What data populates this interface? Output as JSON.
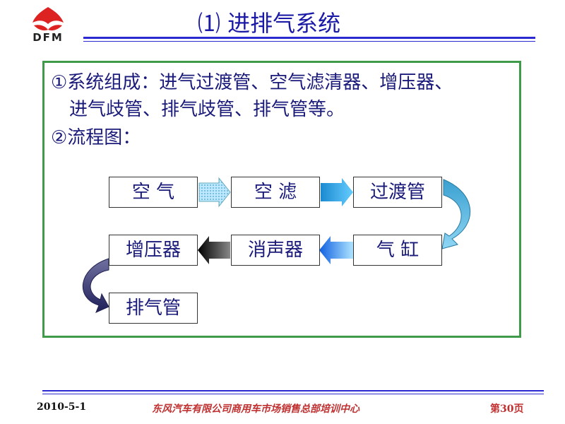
{
  "header": {
    "logo_text": "DFM",
    "title": "⑴ 进排气系统"
  },
  "content": {
    "line1": "①系统组成：进气过渡管、空气滤清器、增压器、",
    "line2": "进气歧管、排气歧管、排气管等。",
    "line3": "②流程图："
  },
  "flow": {
    "boxes": [
      "空  气",
      "空  滤",
      "过渡管",
      "增压器",
      "消声器",
      "气  缸",
      "排气管"
    ]
  },
  "footer": {
    "date": "2010-5-1",
    "org": "东风汽车有限公司商用车市场销售总部培训中心",
    "page": "第30页"
  },
  "colors": {
    "title": "#1a1aa6",
    "frame": "#3f9a4a",
    "rule": "#2a2ad0",
    "footer_red": "#c03030"
  }
}
